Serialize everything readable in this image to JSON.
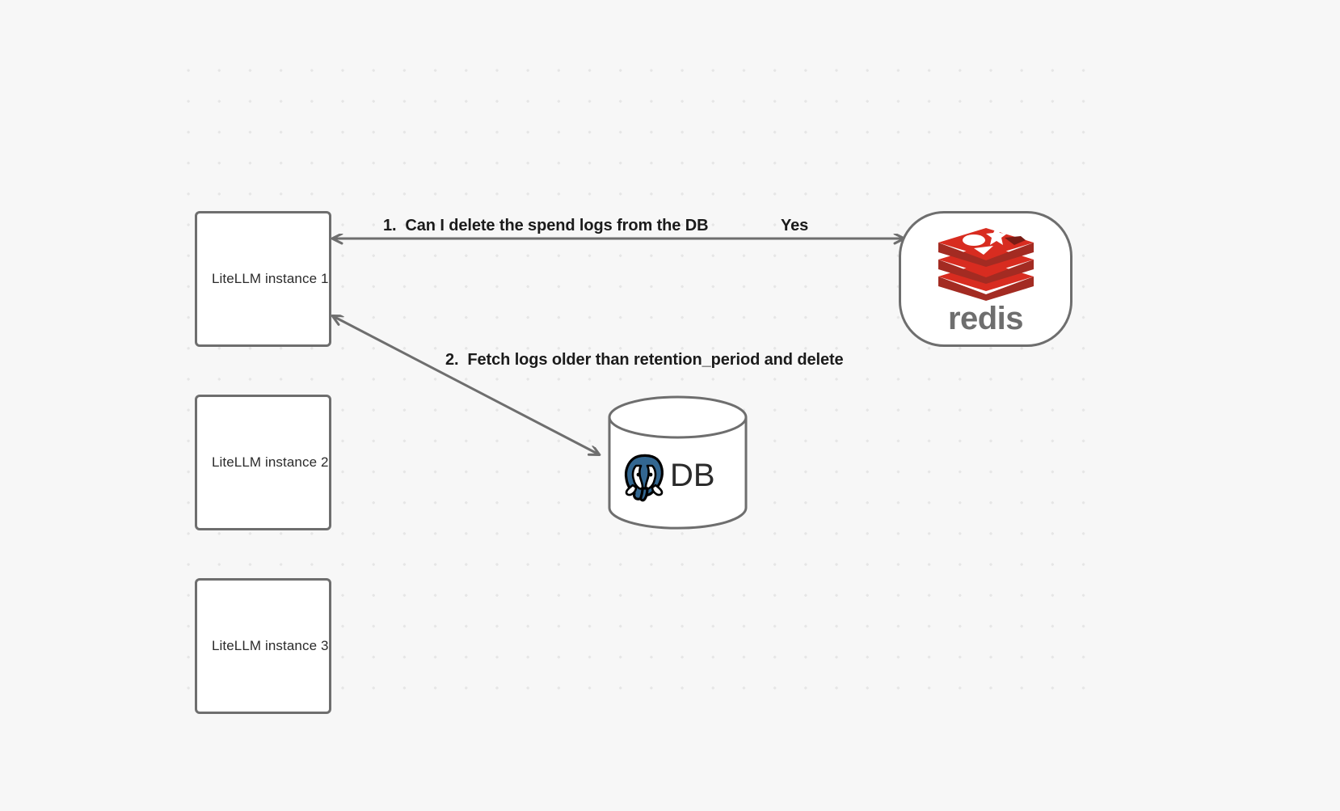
{
  "diagram": {
    "background_color": "#f7f7f7",
    "grid_dot_color": "#e6e6e6",
    "stroke_color": "#6e6e6e",
    "nodes": [
      {
        "id": "litellm-1",
        "label": "LiteLLM instance 1"
      },
      {
        "id": "litellm-2",
        "label": "LiteLLM instance 2"
      },
      {
        "id": "litellm-3",
        "label": "LiteLLM instance 3"
      },
      {
        "id": "redis",
        "label": "redis",
        "logo": "redis-logo-icon",
        "accent_color": "#d82c20"
      },
      {
        "id": "db",
        "label": "DB",
        "logo": "postgresql-elephant-icon",
        "accent_color": "#336791"
      }
    ],
    "edges": [
      {
        "id": "edge-1",
        "from": "litellm-1",
        "to": "redis",
        "label": "1.  Can I delete the spend logs from the DB",
        "reply_label": "Yes",
        "arrowheads": "both"
      },
      {
        "id": "edge-2",
        "from": "litellm-1",
        "to": "db",
        "label": "2.  Fetch logs older than retention_period and delete",
        "arrowheads": "both"
      }
    ]
  }
}
